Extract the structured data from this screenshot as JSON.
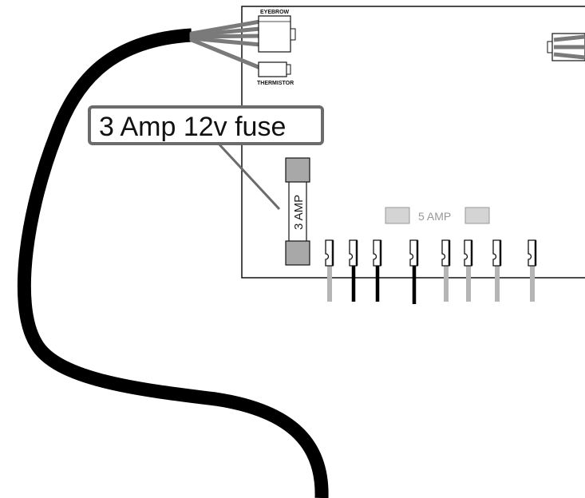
{
  "callout": {
    "text": "3 Amp 12v fuse"
  },
  "fuse": {
    "label": "3 AMP"
  },
  "fuse_5a": {
    "label": "5 AMP"
  },
  "connectors": {
    "top_label": "EYEBROW",
    "bottom_label": "THERMISTOR"
  },
  "terminal_wires": [
    "gray",
    "black",
    "black",
    "black",
    "gray",
    "gray",
    "gray",
    "gray"
  ],
  "colors": {
    "board_outline": "#111111",
    "cable": "#000000",
    "callout_border": "#6b6b6b",
    "fuse_cap": "#a8a8a8",
    "wire_gray": "#b5b5b5",
    "wire_black": "#000000",
    "slot_fill": "#d4d4d4"
  }
}
